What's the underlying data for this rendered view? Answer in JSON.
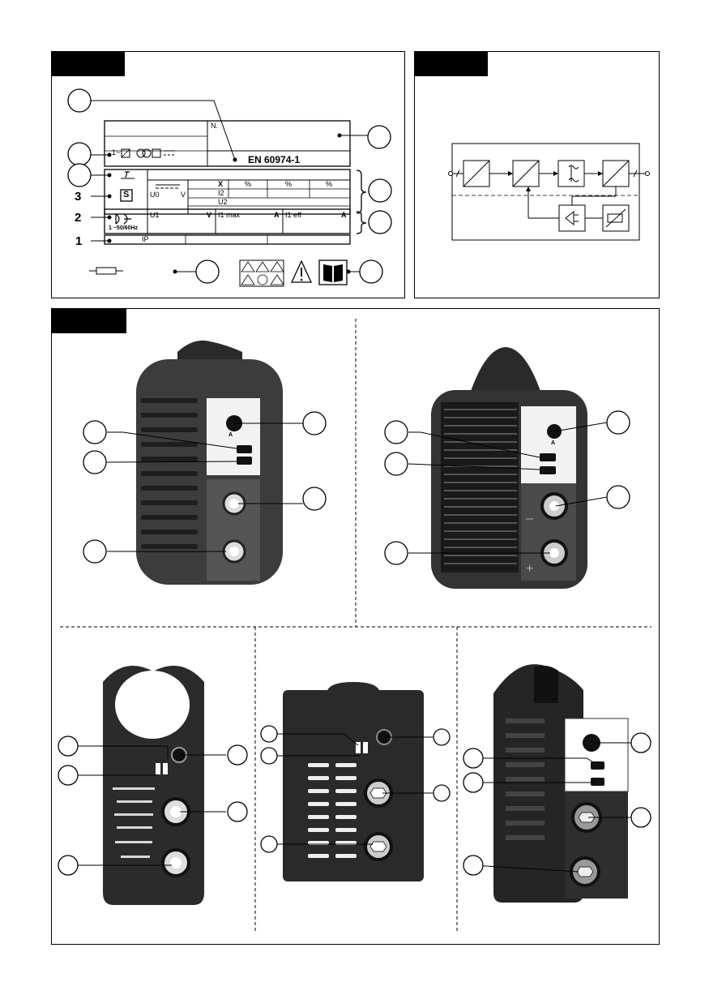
{
  "plate": {
    "num_label": "N.",
    "standard": "EN 60974-1",
    "supply_sym": "1~",
    "row3_label": "3",
    "s_label": "S",
    "u0_label": "U0",
    "v_label": "V",
    "x_label": "X",
    "pct": "%",
    "i2_label": "I2",
    "u2_label": "U2",
    "row2_label": "2",
    "u1_label": "U1",
    "i1max_label": "I1 max",
    "a_label": "A",
    "i1eff_label": "I1 eff",
    "freq_label": "1 ~50/60Hz",
    "row1_label": "1",
    "ip_label": "IP"
  },
  "devices": {
    "dial_label": "A",
    "minus_label": "–",
    "plus_label": "+"
  }
}
